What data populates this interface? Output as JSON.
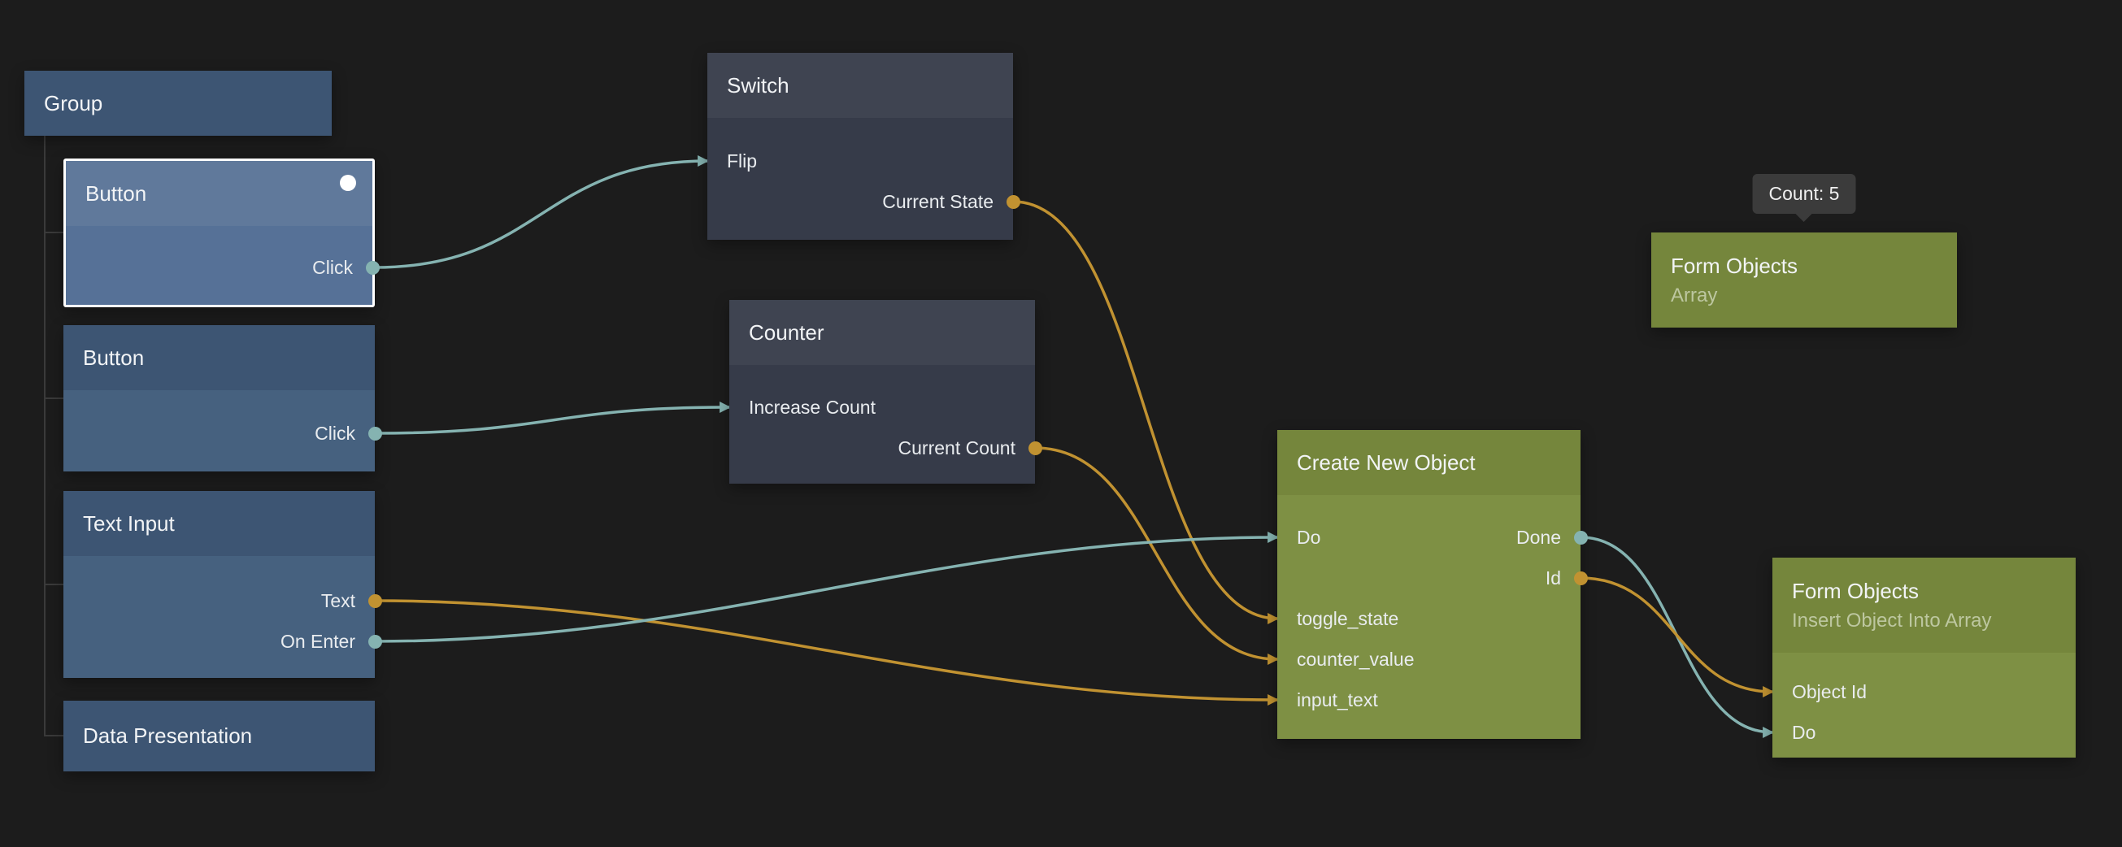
{
  "colors": {
    "background": "#1c1c1c",
    "wire_signal": "#85b3b1",
    "wire_data": "#c19231",
    "node_blue_header": "#3d5573",
    "node_blue_body": "#46617f",
    "node_dark_header": "#3f4451",
    "node_dark_body": "#363b49",
    "node_green_header": "#75863c",
    "node_green_body": "#7e9044",
    "selection_border": "#ffffff"
  },
  "nodes": {
    "group": {
      "title": "Group"
    },
    "button1": {
      "title": "Button",
      "selected": true,
      "ports": [
        {
          "label": "Click",
          "dir": "out",
          "type": "signal"
        }
      ]
    },
    "button2": {
      "title": "Button",
      "ports": [
        {
          "label": "Click",
          "dir": "out",
          "type": "signal"
        }
      ]
    },
    "textInput": {
      "title": "Text Input",
      "ports": [
        {
          "label": "Text",
          "dir": "out",
          "type": "data"
        },
        {
          "label": "On Enter",
          "dir": "out",
          "type": "signal"
        }
      ]
    },
    "dataPresentation": {
      "title": "Data Presentation"
    },
    "switch": {
      "title": "Switch",
      "ports": [
        {
          "label": "Flip",
          "dir": "in",
          "type": "signal"
        },
        {
          "label": "Current State",
          "dir": "out",
          "type": "data"
        }
      ]
    },
    "counter": {
      "title": "Counter",
      "ports": [
        {
          "label": "Increase Count",
          "dir": "in",
          "type": "signal"
        },
        {
          "label": "Current Count",
          "dir": "out",
          "type": "data"
        }
      ]
    },
    "createNewObject": {
      "title": "Create New Object",
      "ports": [
        {
          "label": "Do",
          "dir": "in",
          "type": "signal"
        },
        {
          "label": "Done",
          "dir": "out",
          "type": "signal"
        },
        {
          "label": "Id",
          "dir": "out",
          "type": "data"
        },
        {
          "label": "toggle_state",
          "dir": "in",
          "type": "data"
        },
        {
          "label": "counter_value",
          "dir": "in",
          "type": "data"
        },
        {
          "label": "input_text",
          "dir": "in",
          "type": "data"
        }
      ]
    },
    "formObjectsArray": {
      "title": "Form Objects",
      "subtitle": "Array",
      "tooltip": "Count: 5"
    },
    "formObjectsInsert": {
      "title": "Form Objects",
      "subtitle": "Insert Object Into Array",
      "ports": [
        {
          "label": "Object Id",
          "dir": "in",
          "type": "data"
        },
        {
          "label": "Do",
          "dir": "in",
          "type": "signal"
        }
      ]
    }
  },
  "edges": [
    {
      "name": "wire-button1-click-to-switch-flip",
      "from": "button1.click",
      "to": "switch.flip",
      "type": "signal"
    },
    {
      "name": "wire-button2-click-to-counter-increase-count",
      "from": "button2.click",
      "to": "counter.increase_count",
      "type": "signal"
    },
    {
      "name": "wire-switch-current-state-to-create-toggle-state",
      "from": "switch.current_state",
      "to": "create.toggle_state",
      "type": "data"
    },
    {
      "name": "wire-counter-current-count-to-create-counter-value",
      "from": "counter.current_count",
      "to": "create.counter_value",
      "type": "data"
    },
    {
      "name": "wire-textinput-text-to-create-input-text",
      "from": "textinput.text",
      "to": "create.input_text",
      "type": "data"
    },
    {
      "name": "wire-textinput-on-enter-to-create-do",
      "from": "textinput.on_enter",
      "to": "create.do",
      "type": "signal"
    },
    {
      "name": "wire-create-done-to-insert-do",
      "from": "create.done",
      "to": "insert.do",
      "type": "signal"
    },
    {
      "name": "wire-create-id-to-insert-object-id",
      "from": "create.id",
      "to": "insert.object_id",
      "type": "data"
    }
  ]
}
